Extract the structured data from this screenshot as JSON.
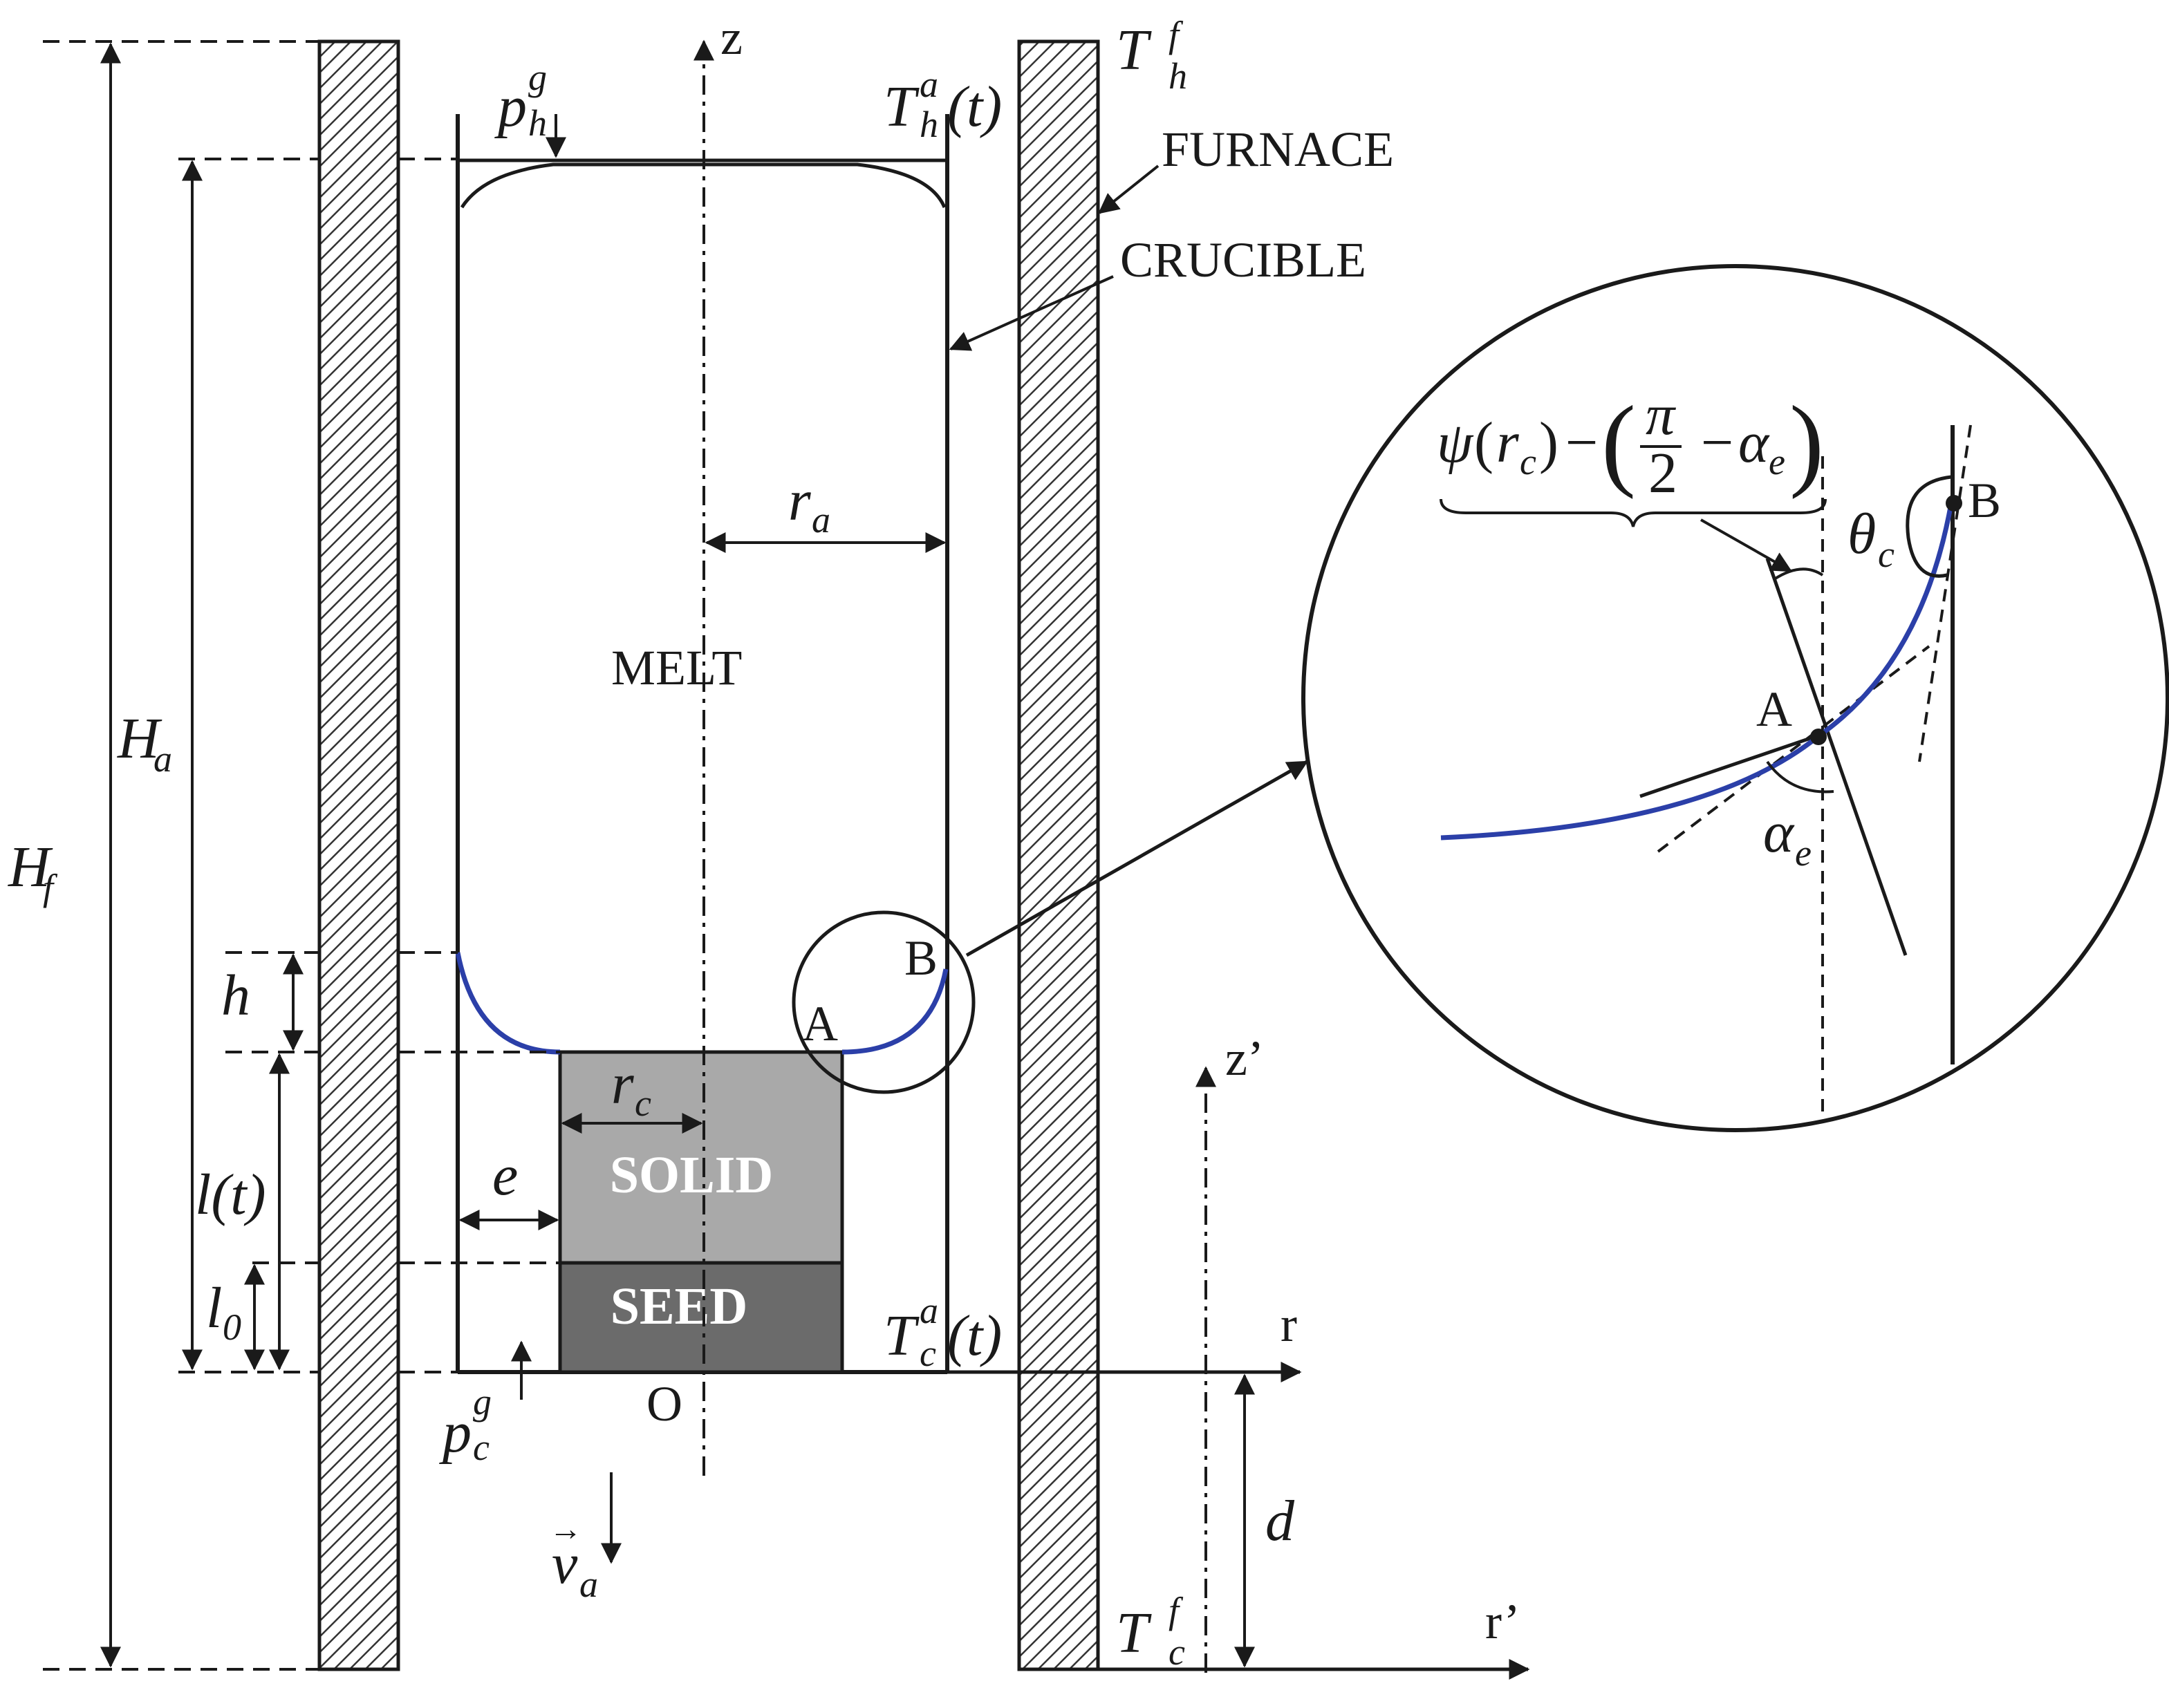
{
  "labels": {
    "furnace": "FURNACE",
    "crucible": "CRUCIBLE",
    "melt": "MELT",
    "solid": "SOLID",
    "seed": "SEED",
    "point_a": "A",
    "point_b": "B",
    "origin": "O",
    "axis_z": "z",
    "axis_r": "r",
    "axis_z_prime": "z’",
    "axis_r_prime": "r’"
  },
  "symbols": {
    "T_h_f": {
      "base": "T",
      "sup": "f",
      "sub": "h"
    },
    "T_h_a": {
      "base": "T",
      "sup": "a",
      "sub": "h",
      "arg": "(t)"
    },
    "T_c_a": {
      "base": "T",
      "sup": "a",
      "sub": "c",
      "arg": "(t)"
    },
    "T_c_f": {
      "base": "T",
      "sup": "f",
      "sub": "c"
    },
    "p_h_g": {
      "base": "p",
      "sup": "g",
      "sub": "h"
    },
    "p_c_g": {
      "base": "p",
      "sup": "g",
      "sub": "c"
    },
    "r_a": {
      "base": "r",
      "sub": "a"
    },
    "r_c": {
      "base": "r",
      "sub": "c"
    },
    "H_a": {
      "base": "H",
      "sub": "a"
    },
    "H_f": {
      "base": "H",
      "sub": "f"
    },
    "h": "h",
    "l_t": "l(t)",
    "l_0": {
      "base": "l",
      "sub": "0"
    },
    "e": "e",
    "d": "d",
    "v_a": {
      "base": "v",
      "sub": "a",
      "accent": "→"
    },
    "theta_c": {
      "base": "θ",
      "sub": "c"
    },
    "alpha_e": {
      "base": "α",
      "sub": "e"
    },
    "psi_expr": {
      "psi": "ψ",
      "lparen": "(",
      "r": "r",
      "r_sub": "c",
      "rparen": ")",
      "minus1": "−",
      "numer": "π",
      "denom": "2",
      "minus2": "−",
      "alpha": "α",
      "alpha_sub": "e"
    }
  },
  "colors": {
    "interface": "#2b3fa8",
    "solid_fill": "#a9a9a9",
    "seed_fill": "#6b6b6b",
    "ink": "#1a1a1a"
  }
}
